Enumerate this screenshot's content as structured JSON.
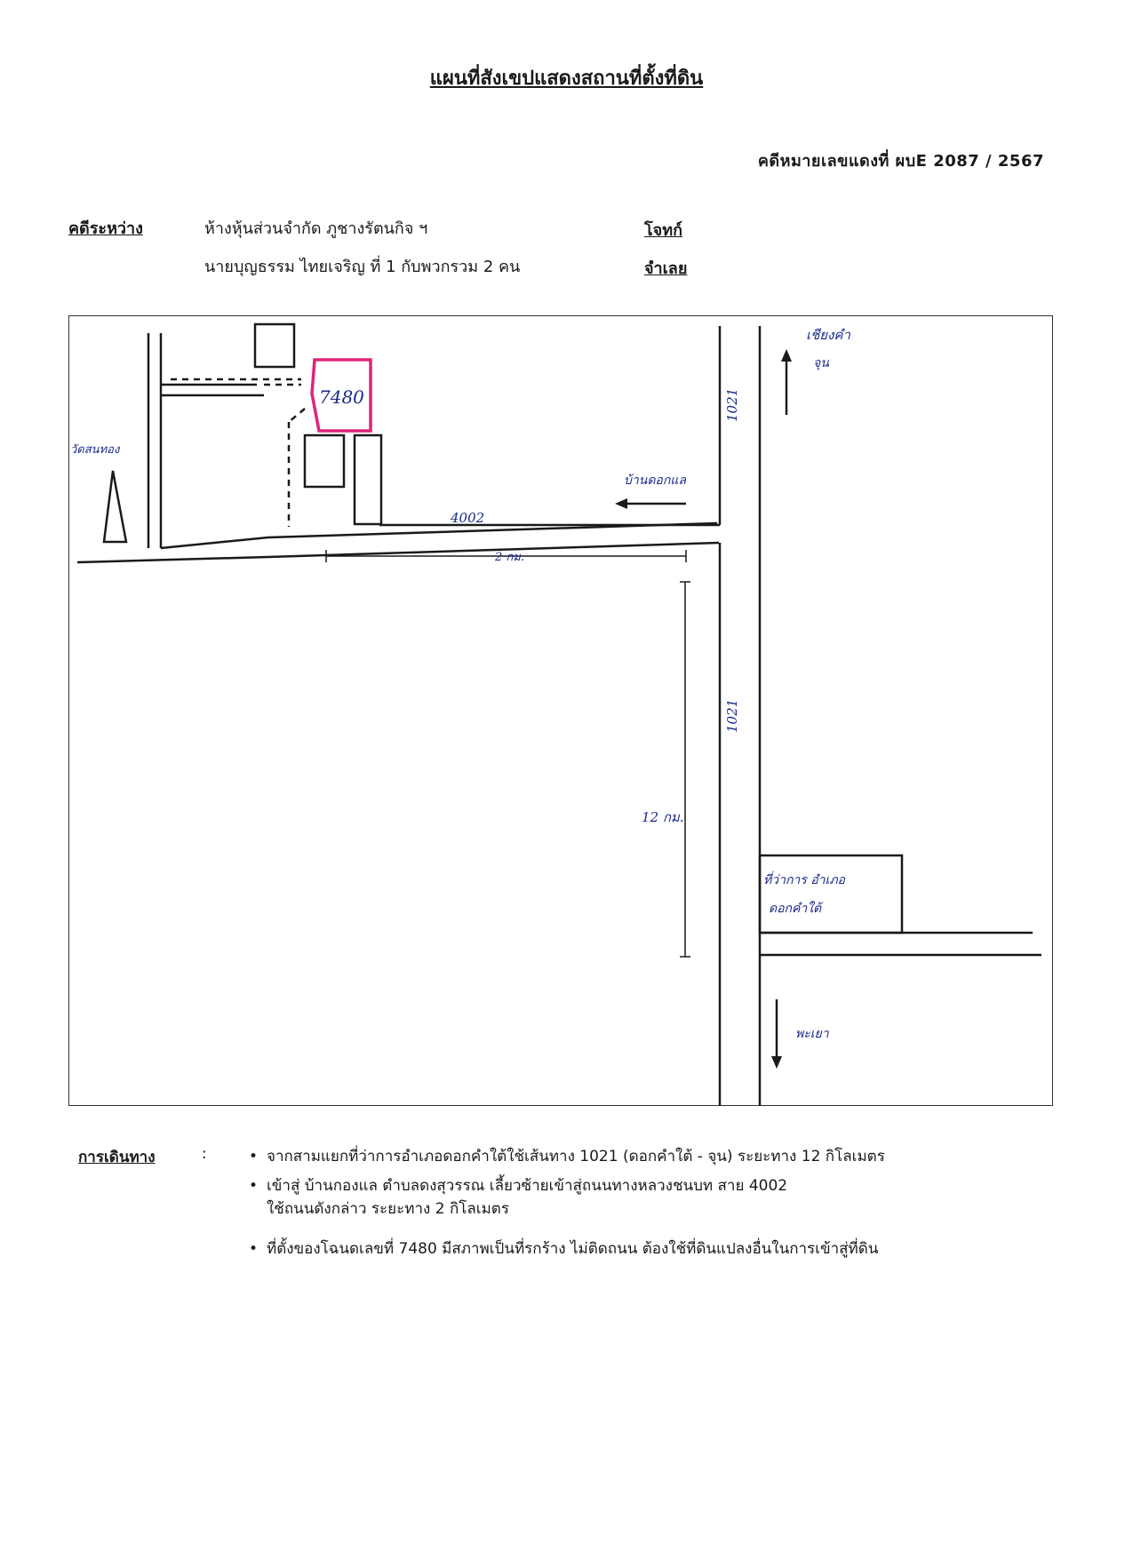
{
  "document": {
    "title": "แผนที่สังเขปแสดงสถานที่ตั้งที่ดิน",
    "case_number": "คดีหมายเลขแดงที่ ผบE 2087 / 2567"
  },
  "parties": {
    "label": "คดีระหว่าง",
    "plaintiff_name": "ห้างหุ้นส่วนจำกัด ภูชางรัตนกิจ ฯ",
    "plaintiff_role": "โจทก์",
    "defendant_name": "นายบุญธรรม  ไทยเจริญ  ที่ 1  กับพวกรวม  2  คน",
    "defendant_role": "จำเลย"
  },
  "map": {
    "parcel_number": "7480",
    "temple": "วัดสนทอง",
    "road_top_label": "1021",
    "road_bottom_label": "1021",
    "road_side_label": "4002",
    "dist_2km": "2 กม.",
    "dist_12km": "12 กม.",
    "north_dest_1": "เชียงคำ",
    "north_dest_2": "จุน",
    "west_dest": "บ้านดอกแล",
    "south_dest": "พะเยา",
    "district_office_1": "ที่ว่าการ อำเภอ",
    "district_office_2": "ดอกคำใต้"
  },
  "directions": {
    "label": "การเดินทาง",
    "colon": ":",
    "bullet_1": "จากสามแยกที่ว่าการอำเภอดอกคำใต้ใช้เส้นทาง 1021 (ดอกคำใต้ - จุน) ระยะทาง 12 กิโลเมตร",
    "bullet_2_line_1": "เข้าสู่ บ้านกองแล ตำบลดงสุวรรณ  เลี้ยวซ้ายเข้าสู่ถนนทางหลวงชนบท สาย 4002",
    "bullet_2_line_2": "ใช้ถนนดังกล่าว ระยะทาง 2  กิโลเมตร",
    "bullet_3": "ที่ตั้งของโฉนดเลขที่ 7480 มีสภาพเป็นที่รกร้าง ไม่ติดถนน ต้องใช้ที่ดินแปลงอื่นในการเข้าสู่ที่ดิน"
  },
  "colors": {
    "parcel": "#e0247a",
    "handwriting": "#1a2a8a",
    "ink": "#1a1a1a"
  }
}
